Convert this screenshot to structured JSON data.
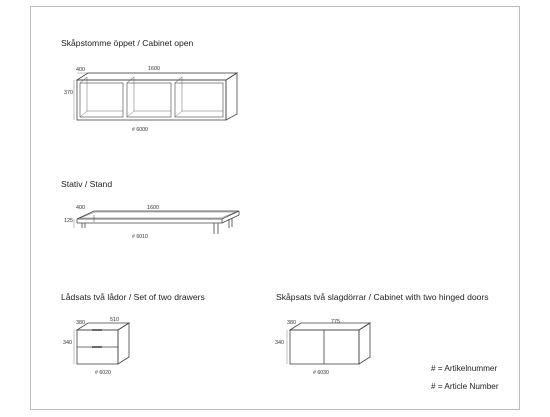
{
  "sections": {
    "cabinet_open": {
      "title": "Skåpstomme öppet  /  Cabinet open",
      "dim_depth": "400",
      "dim_width": "1600",
      "dim_height": "370",
      "article": "# 6000"
    },
    "stand": {
      "title": "Stativ  /  Stand",
      "dim_depth": "400",
      "dim_width": "1600",
      "dim_height": "125",
      "article": "# 6010"
    },
    "drawers": {
      "title": "Lådsats två lådor  /  Set of two drawers",
      "dim_depth": "380",
      "dim_width": "510",
      "dim_height": "340",
      "article": "# 6020"
    },
    "doors": {
      "title": "Skåpsats två slagdörrar  /  Cabinet with two hinged doors",
      "dim_depth": "380",
      "dim_width": "775",
      "dim_height": "340",
      "article": "# 6030"
    }
  },
  "legend": {
    "line1": "# = Artikelnummer",
    "line2": "# = Article Number"
  }
}
